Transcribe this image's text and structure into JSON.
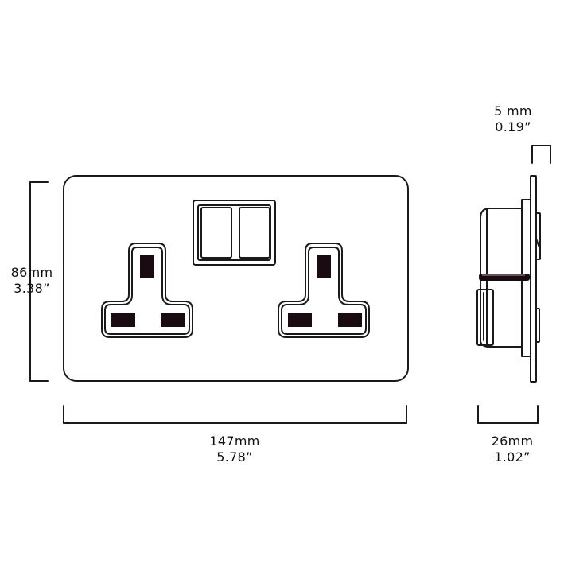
{
  "colors": {
    "line": "#1a1a1a",
    "socket_fill": "#1a0a12",
    "background": "#ffffff"
  },
  "dimensions": {
    "height": {
      "metric": "86mm",
      "imperial": "3.38”"
    },
    "width": {
      "metric": "147mm",
      "imperial": "5.78”"
    },
    "plate_thickness": {
      "metric": "5 mm",
      "imperial": "0.19”"
    },
    "depth": {
      "metric": "26mm",
      "imperial": "1.02”"
    }
  }
}
